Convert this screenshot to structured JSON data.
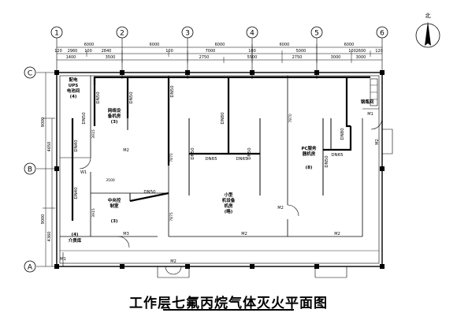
{
  "title": "工作层七氟丙烷气体灭火平面图",
  "axes_top": [
    "1",
    "2",
    "3",
    "4",
    "5",
    "6"
  ],
  "axes_left": [
    "C",
    "B",
    "A"
  ],
  "north_label": "北",
  "dims_top_row1": [
    "6000",
    "6000",
    "6000",
    "6000",
    "6000"
  ],
  "dims_top_row2": [
    "120",
    "2960",
    "100",
    "2840",
    "100",
    "7000",
    "100",
    "5000",
    "100",
    "2600",
    "120"
  ],
  "dims_top_row3": [
    "1400",
    "3500",
    "2750",
    "5500",
    "2750",
    "3000",
    "3000"
  ],
  "dims_left": [
    "9000",
    "9000",
    "4650",
    "4360"
  ],
  "dims_misc": [
    "3500",
    "3915",
    "3915",
    "7875",
    "7870",
    "7870"
  ],
  "rooms": {
    "r1_line1": "配电",
    "r1_line2": "UPS",
    "r1_line3": "电池间",
    "r1_line4": "(4)",
    "r2_line1": "网络设",
    "r2_line2": "备机房",
    "r2_line3": "(3)",
    "r3_line1": "中央控",
    "r3_line2": "制室",
    "r3_line3": "(3)",
    "r4_line1": "小型",
    "r4_line2": "机设备",
    "r4_line3": "机房",
    "r4_line4": "(略)",
    "r5_line1": "PC服务",
    "r5_line2": "器机房",
    "r5_line3": "(8)",
    "r6_line1": "钢瓶间",
    "r7_line1": "(4)",
    "r7_line2": "介质库"
  },
  "pipes": {
    "p1": "DN50",
    "p2": "DN50",
    "p3": "DN50",
    "p4": "DN40",
    "p5": "DN40",
    "p6": "DN50",
    "p7": "DN50",
    "p8": "DN65",
    "p9": "DN50",
    "p10": "DN50",
    "p11": "DN65",
    "p12": "DN80",
    "p13": "DN65",
    "p14": "DN80",
    "p15": "DN50"
  },
  "doors": {
    "d1": "W1",
    "d2": "M2",
    "d3": "M3",
    "d4": "M2",
    "d5": "M2",
    "d6": "M2",
    "d7": "M1",
    "d8": "M2",
    "d9": "M1",
    "d10": "M2"
  }
}
